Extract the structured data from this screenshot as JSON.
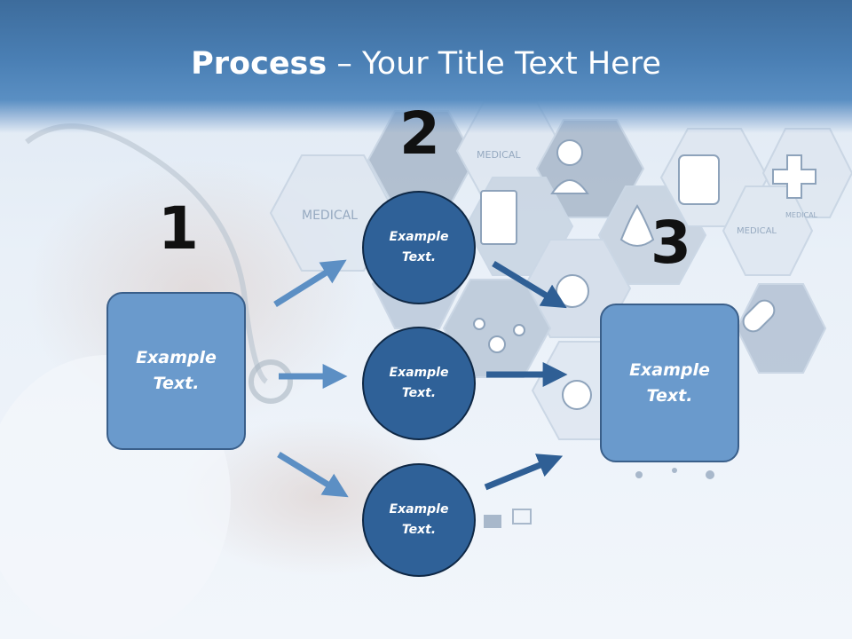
{
  "title": {
    "bold": "Process",
    "rest": " – Your Title Text Here"
  },
  "steps": {
    "one": "1",
    "two": "2",
    "three": "3"
  },
  "boxes": {
    "left": "Example\nText.",
    "right": "Example\nText."
  },
  "circles": [
    {
      "label": "Example\nText."
    },
    {
      "label": "Example\nText."
    },
    {
      "label": "Example\nText."
    }
  ],
  "background": {
    "hex_labels": [
      "MEDICAL",
      "MEDICAL",
      "MEDICAL",
      "MEDICAL"
    ]
  },
  "colors": {
    "title_band": "#4a7fb4",
    "box_fill": "#6a9acc",
    "circle_fill": "#2f6198",
    "arrow_light": "#5c8fc4",
    "arrow_dark": "#2f5f95"
  }
}
